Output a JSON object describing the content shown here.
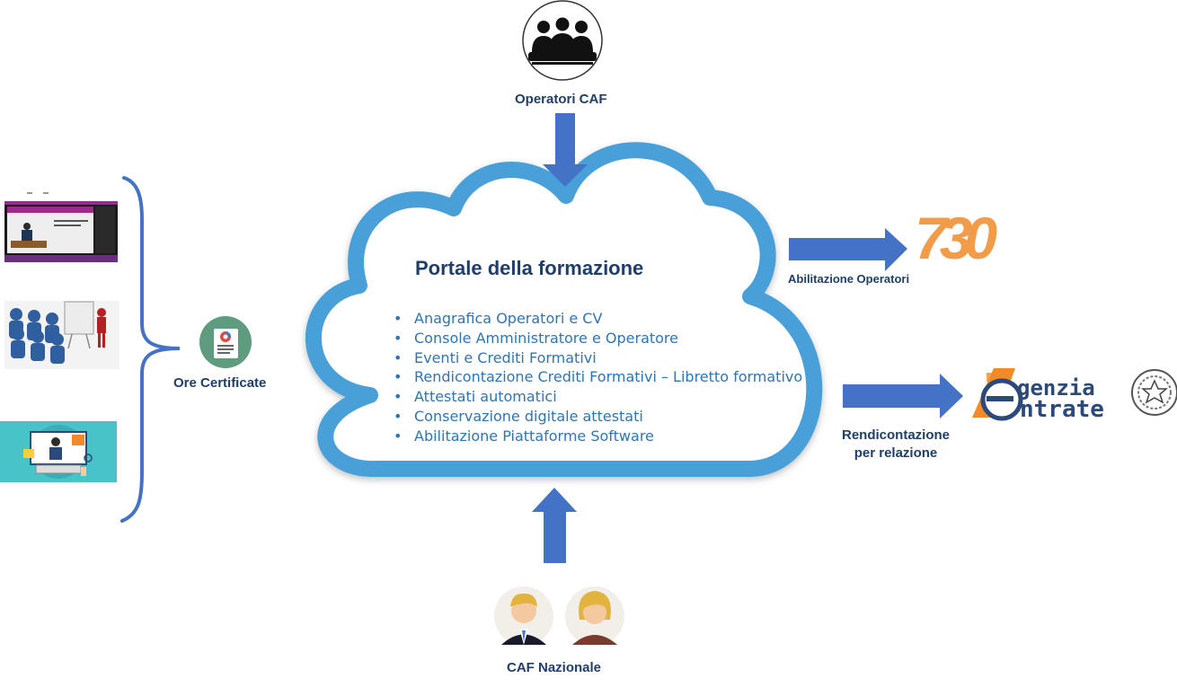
{
  "operatori": {
    "label": "Operatori CAF",
    "icon": "group-of-people-icon"
  },
  "portal": {
    "title": "Portale della formazione",
    "items": [
      "Anagrafica Operatori e CV",
      "Console Amministratore e Operatore",
      "Eventi e Crediti Formativi",
      "Rendicontazione Crediti Formativi – Libretto formativo",
      "Attestati automatici",
      "Conservazione digitale attestati",
      "Abilitazione Piattaforme Software"
    ]
  },
  "certificate": {
    "label": "Ore Certificate",
    "icon": "certificate-document-icon"
  },
  "abilitazione": {
    "label": "Abilitazione Operatori",
    "logo_text": "730"
  },
  "rendicontazione": {
    "line1": "Rendicontazione",
    "line2": "per relazione"
  },
  "agenzia": {
    "word1": "genzia",
    "word2": "ntrate",
    "initial1": "A",
    "initial2": "e"
  },
  "caf": {
    "label": "CAF Nazionale"
  },
  "colors": {
    "cloud_stroke": "#4a9fd8",
    "arrow": "#4472c4",
    "label": "#1f3e6a",
    "list_text": "#2e75b6",
    "orange": "#f08a2a"
  }
}
